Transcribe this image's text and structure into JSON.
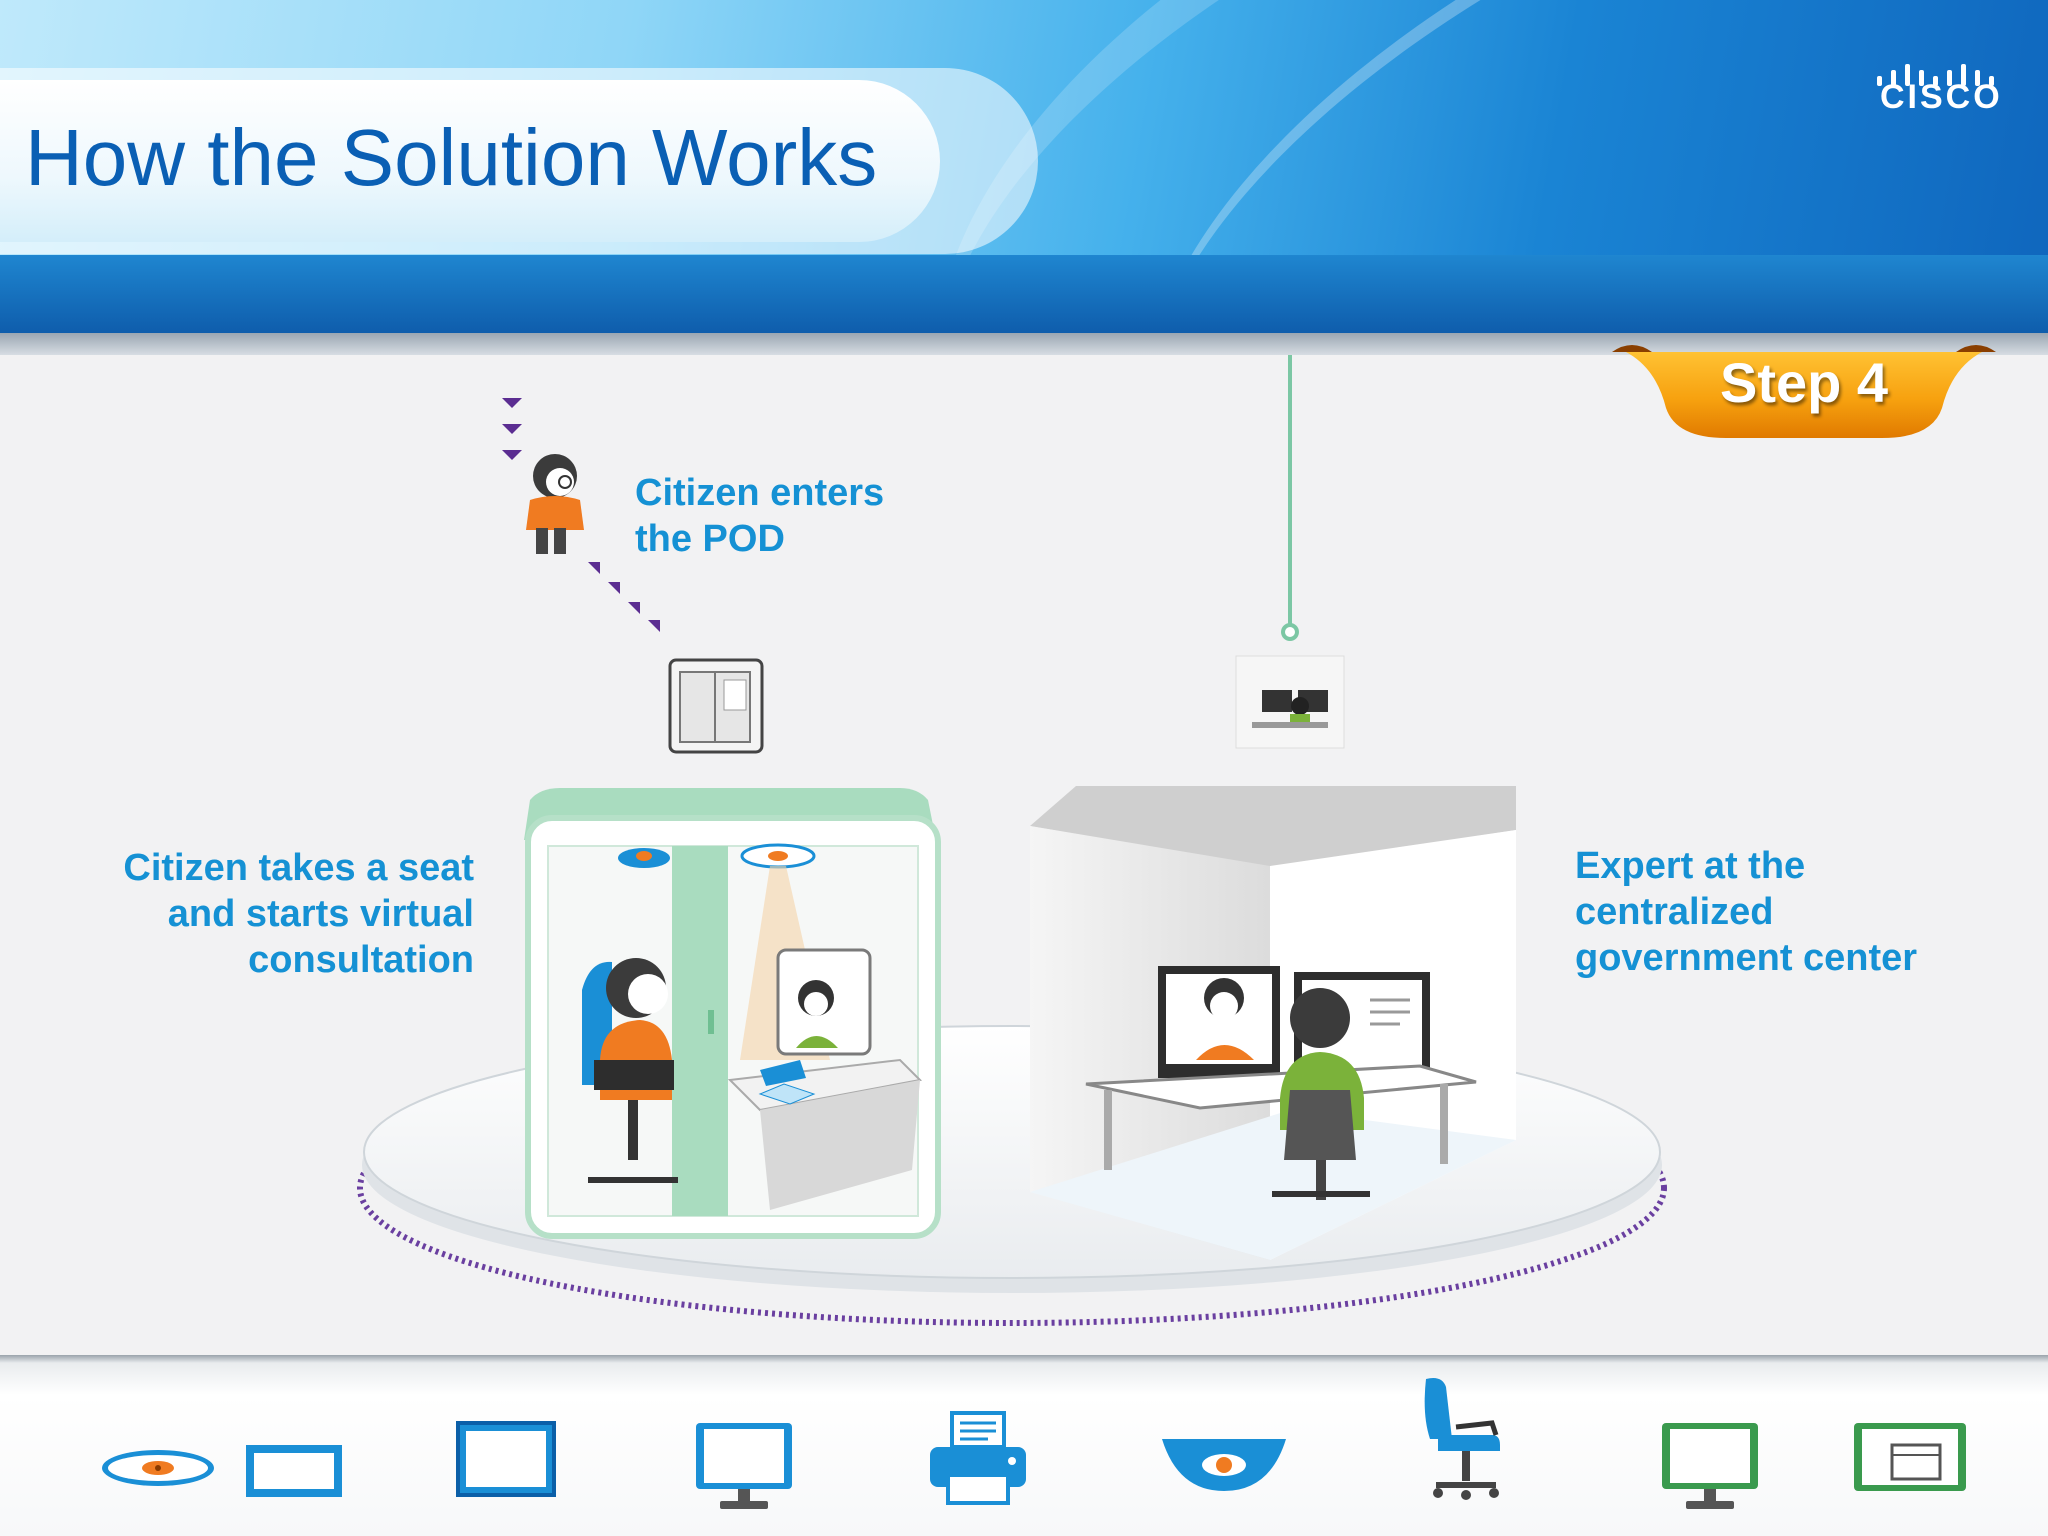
{
  "header": {
    "title": "How the Solution Works",
    "logo_text": "CISCO"
  },
  "step": {
    "label": "Step 4"
  },
  "labels": {
    "citizen_enters": [
      "Citizen enters",
      "the POD"
    ],
    "citizen_seat": [
      "Citizen takes a seat",
      "and starts virtual",
      "consultation"
    ],
    "expert": [
      "Expert at the",
      "centralized",
      "government center"
    ]
  },
  "toolbar": {
    "icons": [
      "ceiling-camera-icon",
      "display-panel-icon",
      "touch-screen-icon",
      "monitor-icon",
      "printer-icon",
      "dome-camera-icon",
      "chair-icon",
      "dual-monitor-icon",
      "document-scanner-icon"
    ]
  },
  "colors": {
    "title_blue": "#0a5fb4",
    "label_blue": "#1591d4",
    "accent_orange": "#f39c12",
    "pod_green": "#a9dcbf",
    "icon_blue": "#1a8fd6",
    "dotted_purple": "#6a3fa0"
  }
}
